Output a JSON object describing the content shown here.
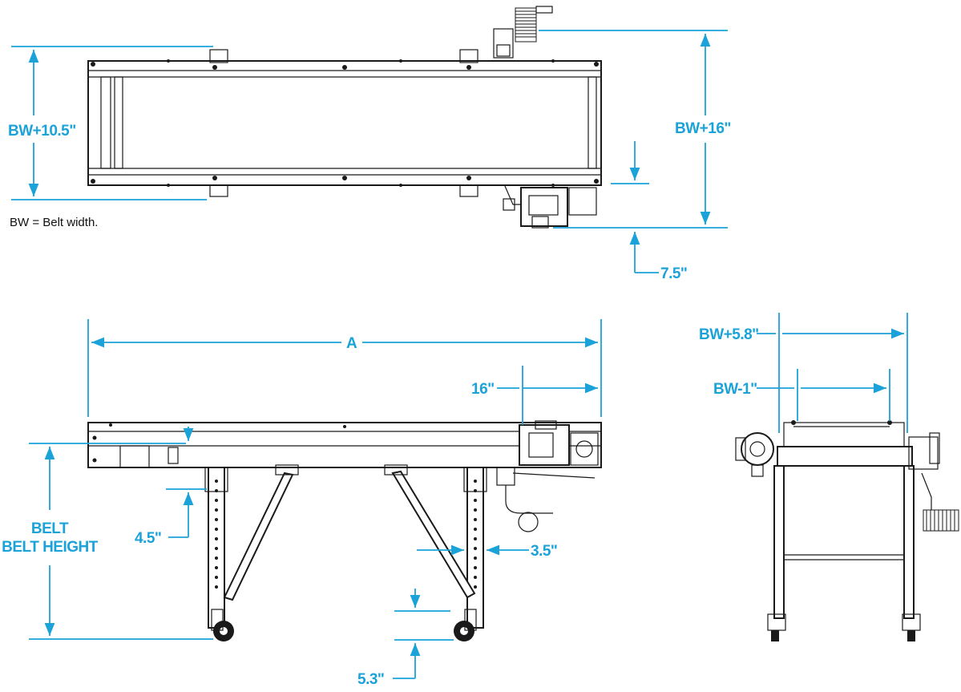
{
  "note": "BW = Belt width.",
  "dimensions": {
    "top_left_height": "BW+10.5\"",
    "top_right_height": "BW+16\"",
    "motor_offset": "7.5\"",
    "overall_length": "A",
    "drive_length": "16\"",
    "belt_height": "BELT HEIGHT",
    "leg_top_offset": "4.5\"",
    "leg_width": "3.5\"",
    "caster_height": "5.3\"",
    "end_overall_width": "BW+5.8\"",
    "end_inner_width": "BW-1\""
  },
  "colors": {
    "dimension": "#1ba3d9",
    "outline": "#1a1a1a"
  }
}
